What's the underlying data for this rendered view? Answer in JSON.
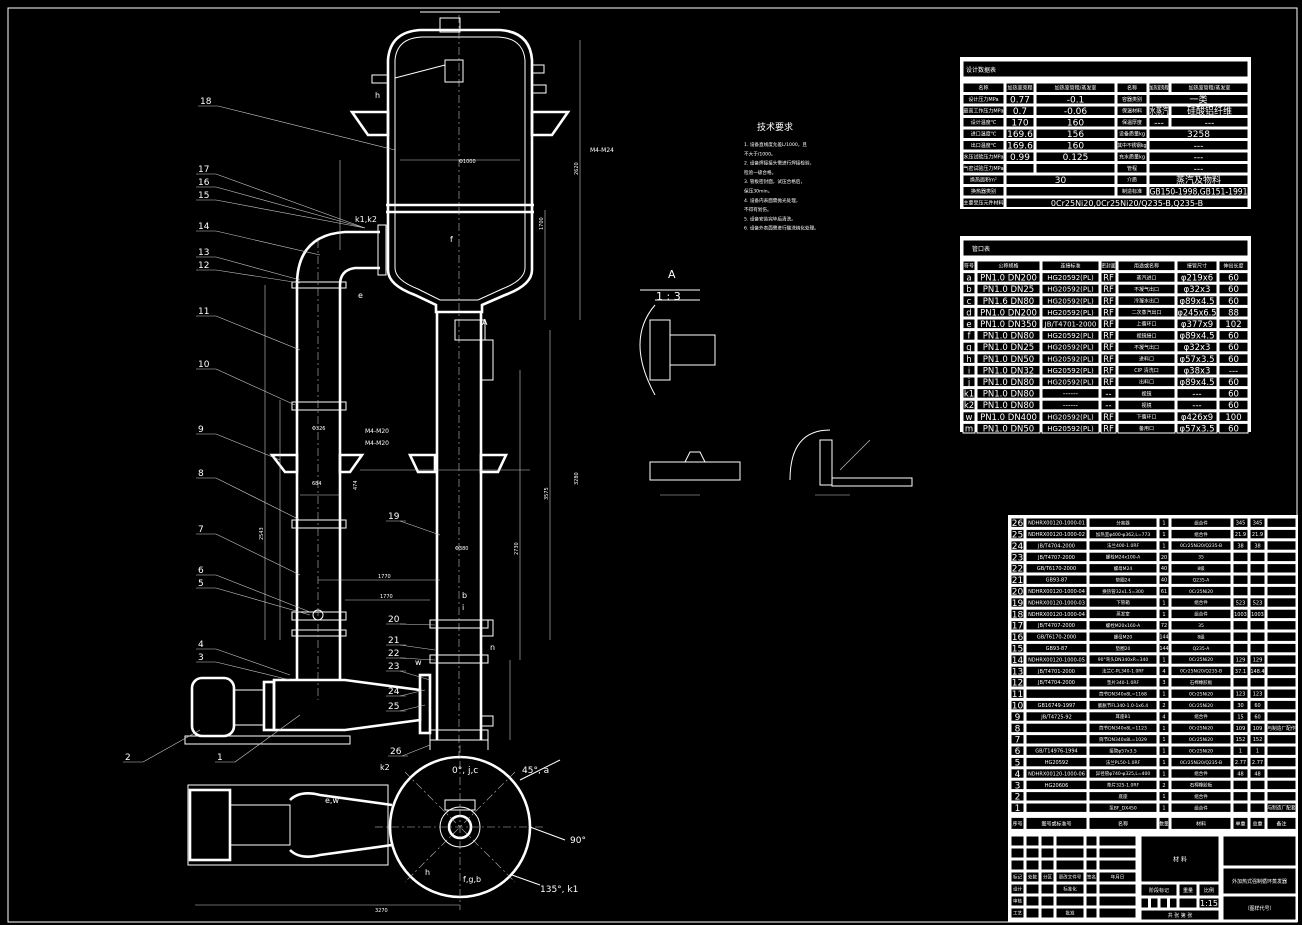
{
  "drawing": {
    "callouts": [
      "1",
      "2",
      "3",
      "4",
      "5",
      "6",
      "7",
      "8",
      "9",
      "10",
      "11",
      "12",
      "13",
      "14",
      "15",
      "16",
      "17",
      "18",
      "19",
      "20",
      "21",
      "22",
      "23",
      "24",
      "25",
      "26"
    ],
    "section_label": "A",
    "section_scale": "1 : 3",
    "bolt_note_top": "M4-M24",
    "bolt_note_mid1": "M4-M20",
    "bolt_note_mid2": "M4-M20",
    "nozzle_labels": {
      "k1k2": "k1,k2",
      "e": "e",
      "f": "f",
      "i": "i",
      "b": "b",
      "n": "n",
      "w": "w",
      "k2": "k2",
      "a_mark": "A",
      "h": "h",
      "ew": "e,w",
      "fgb": "f,g,b",
      "h_plan": "h"
    },
    "angles": {
      "a0": "0°, j,c",
      "a45": "45°, a",
      "a90": "90°",
      "a135": "135°, k1"
    },
    "dims": [
      "2620",
      "1700",
      "Φ1000",
      "3280",
      "3575",
      "2730",
      "1770",
      "684",
      "474",
      "Φ326",
      "2543",
      "1770",
      "Φ380",
      "3270"
    ]
  },
  "tech_requirements": {
    "title": "技术要求",
    "items": [
      "1. 设备直线度允差L/1000，且",
      "   不大于/1000。",
      "2. 设备焊接接头需进行焊接检验，",
      "   检验一级合格。",
      "3. 管板密封面，试压合格后，",
      "   保压30min。",
      "4. 设备内表面需抛光处理，",
      "   不得有划伤。",
      "5. 设备安装完毕后清洗。",
      "6. 设备外表面需进行酸洗钝化处理。"
    ]
  },
  "design_table": {
    "title": "设计数据表",
    "header": [
      "名称",
      "加热室壳程",
      "加热室管程/蒸发室",
      "名称",
      "加热室壳程",
      "加热室管程/蒸发室"
    ],
    "rows": [
      [
        "设计压力MPa",
        "0.77",
        "-0.1",
        "容器类别",
        "一类"
      ],
      [
        "最高工作压力MPa",
        "0.7",
        "-0.06",
        "保温材料",
        "水蒸汽",
        "硅酸铝纤维"
      ],
      [
        "设计温度℃",
        "170",
        "160",
        "保温厚度",
        "---",
        "---"
      ],
      [
        "进口温度℃",
        "169.6",
        "156",
        "设备质量kg",
        "3258"
      ],
      [
        "出口温度℃",
        "169.6",
        "160",
        "其中不锈钢kg",
        "---"
      ],
      [
        "水压试验压力MPa",
        "0.99",
        "0.125",
        "充水质量kg",
        "---"
      ],
      [
        "气密试验压力MPa",
        "",
        "",
        "管程",
        "---"
      ],
      [
        "换热面积m²",
        "30",
        "",
        "介质",
        "蒸汽及物料"
      ],
      [
        "换热器类别",
        "",
        "",
        "制造标准",
        "GB150-1998,GB151-1991"
      ],
      [
        "主要受压元件材料",
        "0Cr25Ni20,0Cr25Ni20/Q235-B,Q235-B"
      ]
    ]
  },
  "nozzle_table": {
    "title": "管口表",
    "header": [
      "符号",
      "公称规格",
      "连接标准",
      "密封面",
      "用途或名称",
      "接管尺寸",
      "伸出长度"
    ],
    "rows": [
      [
        "a",
        "PN1.0  DN200",
        "HG20592(PL)",
        "RF",
        "蒸汽进口",
        "φ219x6",
        "60"
      ],
      [
        "b",
        "PN1.0  DN25",
        "HG20592(PL)",
        "RF",
        "不凝气出口",
        "φ32x3",
        "60"
      ],
      [
        "c",
        "PN1.6  DN80",
        "HG20592(PL)",
        "RF",
        "冷凝水出口",
        "φ89x4.5",
        "60"
      ],
      [
        "d",
        "PN1.0  DN200",
        "HG20592(PL)",
        "RF",
        "二次蒸汽出口",
        "φ245x6.5",
        "88"
      ],
      [
        "e",
        "PN1.0  DN350",
        "JB/T4701-2000",
        "RF",
        "上循环口",
        "φ377x9",
        "102"
      ],
      [
        "f",
        "PN1.0  DN80",
        "HG20592(PL)",
        "RF",
        "视镜接口",
        "φ89x4.5",
        "60"
      ],
      [
        "g",
        "PN1.0  DN25",
        "HG20592(PL)",
        "RF",
        "不凝气出口",
        "φ32x3",
        "60"
      ],
      [
        "h",
        "PN1.0  DN50",
        "HG20592(PL)",
        "RF",
        "进料口",
        "φ57x3.5",
        "60"
      ],
      [
        "i",
        "PN1.0  DN32",
        "HG20592(PL)",
        "RF",
        "CIP 清洗口",
        "φ38x3",
        "---"
      ],
      [
        "j",
        "PN1.0  DN80",
        "HG20592(PL)",
        "RF",
        "出料口",
        "φ89x4.5",
        "60"
      ],
      [
        "k1",
        "PN1.0  DN80",
        "------",
        "--",
        "视镜",
        "---",
        "60"
      ],
      [
        "k2",
        "PN1.0  DN80",
        "------",
        "--",
        "视镜",
        "---",
        "60"
      ],
      [
        "w",
        "PN1.0  DN400",
        "HG20592(PL)",
        "RF",
        "下循环口",
        "φ426x9",
        "100"
      ],
      [
        "m",
        "PN1.0  DN50",
        "HG20592(PL)",
        "RF",
        "备用口",
        "φ57x3.5",
        "60"
      ]
    ]
  },
  "parts_list": {
    "header": [
      "序号",
      "图号或标准号",
      "名称",
      "数量",
      "材料",
      "单重",
      "总重",
      "备注"
    ],
    "rows": [
      [
        "26",
        "NDHRX00120-1000-01",
        "分离器",
        "1",
        "组合件",
        "345",
        "345",
        ""
      ],
      [
        "25",
        "NDHRX00120-1000-02",
        "加热室φ400-φ362,L=773",
        "1",
        "组合件",
        "21.9",
        "21.9",
        ""
      ],
      [
        "24",
        "JB/T4704-2000",
        "法兰400-1.0RF",
        "1",
        "0Cr25Ni20/Q235-B",
        "38",
        "38",
        ""
      ],
      [
        "23",
        "JB/T4707-2000",
        "螺栓M24x100-A",
        "20",
        "35",
        "",
        "",
        ""
      ],
      [
        "22",
        "GB/T6170-2000",
        "螺母M24",
        "40",
        "8级",
        "",
        "",
        ""
      ],
      [
        "21",
        "GB93-87",
        "垫圈24",
        "40",
        "Q235-A",
        "",
        "",
        ""
      ],
      [
        "20",
        "NDHRX00120-1000-04",
        "换热管32x1.5=300",
        "61",
        "0Cr25Ni20",
        "",
        "",
        ""
      ],
      [
        "19",
        "NDHRX00120-1000-03",
        "下管箱",
        "1",
        "组合件",
        "523",
        "523",
        ""
      ],
      [
        "18",
        "NDHRX00120-1000-04",
        "蒸发室",
        "1",
        "组合件",
        "1003",
        "1003",
        ""
      ],
      [
        "17",
        "JB/T4707-2000",
        "螺栓M20x160-A",
        "72",
        "35",
        "",
        "",
        ""
      ],
      [
        "16",
        "GB/T6170-2000",
        "螺母M20",
        "144",
        "8级",
        "",
        "",
        ""
      ],
      [
        "15",
        "GB93-87",
        "垫圈20",
        "144",
        "Q235-A",
        "",
        "",
        ""
      ],
      [
        "14",
        "NDHRX00120-1000-05",
        "90°弯头DN340xR=340",
        "1",
        "0Cr25Ni20",
        "129",
        "129",
        ""
      ],
      [
        "13",
        "JB/T4701-2000",
        "法兰C-PL340-1.0RF",
        "4",
        "0Cr25Ni20/Q235-B",
        "37.1",
        "148.4",
        ""
      ],
      [
        "12",
        "JB/T4704-2000",
        "垫片340-1.0RF",
        "3",
        "石棉橡胶板",
        "",
        "",
        ""
      ],
      [
        "11",
        "",
        "筒节DN340x8L=1168",
        "1",
        "0Cr25Ni20",
        "123",
        "123",
        ""
      ],
      [
        "10",
        "GB16749-1997",
        "膨胀节FL340-1.0-1x6.4",
        "2",
        "0Cr25Ni20",
        "30",
        "60",
        ""
      ],
      [
        "9",
        "JB/T4725-92",
        "耳座B1",
        "4",
        "组合件",
        "15",
        "60",
        ""
      ],
      [
        "8",
        "",
        "筒节DN340x8L=1123",
        "1",
        "0Cr25Ni20",
        "109",
        "109",
        "与制造厂配作"
      ],
      [
        "7",
        "",
        "筒节DN340x8L=1029",
        "1",
        "0Cr25Ni20",
        "152",
        "152",
        ""
      ],
      [
        "6",
        "GB/T14976-1994",
        "接管φ57x3.5",
        "1",
        "0Cr25Ni20",
        "1",
        "1",
        ""
      ],
      [
        "5",
        "HG20592",
        "法兰PL50-1.0RF",
        "1",
        "0Cr25Ni20/Q235-B",
        "2.77",
        "2.77",
        ""
      ],
      [
        "4",
        "NDHRX00120-1000-06",
        "异径管φ740-φ325,L=400",
        "1",
        "组合件",
        "48",
        "48",
        ""
      ],
      [
        "3",
        "HG20606",
        "垫片325-1.0RF",
        "2",
        "石棉橡胶板",
        "",
        "",
        ""
      ],
      [
        "2",
        "",
        "底座",
        "1",
        "组合件",
        "",
        "",
        ""
      ],
      [
        "1",
        "",
        "泵BF_DX450",
        "1",
        "组合件",
        "",
        "",
        "与制造厂配套"
      ]
    ]
  },
  "title_block": {
    "material_label": "材  料",
    "drawing_title": "外加热式强制循环蒸发器",
    "drawing_no": "（图样代号）",
    "stage_label": "阶段标记",
    "weight_label": "重量",
    "scale_label": "比例",
    "scale_value": "1:15",
    "sheet_label": "共    张  第    张",
    "row_labels": [
      "标记",
      "处数",
      "分区",
      "更改文件号",
      "签名",
      "年月日"
    ],
    "design_label": "设计",
    "std_label": "标准化",
    "review_label": "审核",
    "process_label": "工艺",
    "approve_label": "批准"
  }
}
